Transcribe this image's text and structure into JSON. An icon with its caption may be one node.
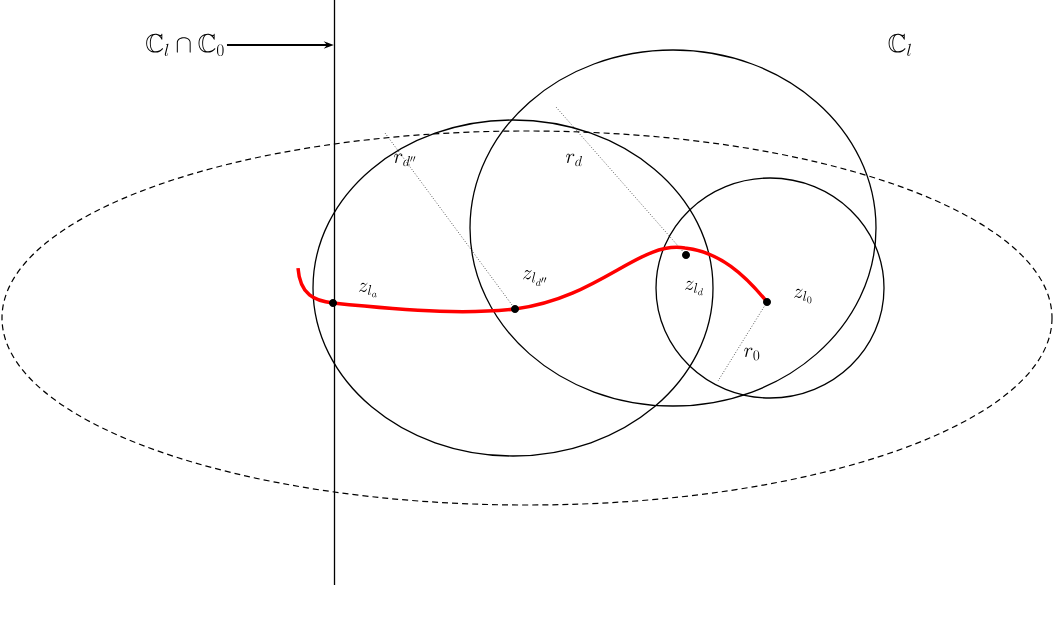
{
  "diagram": {
    "nodes": [
      {
        "text": [
          "\\mathbb{C}_l\\cap\\mathbb{C}_0"
        ]
      },
      {
        "text": [],
        "shape": "line"
      }
    ],
    "edges": [
      {
        "from": 0,
        "to": 1,
        "arrow": "to"
      }
    ],
    "labels": [
      "\\mathbb{C}_l",
      "r_{d''}",
      "r_d",
      "z_{l_a}",
      "z_{l_{d''}}",
      "z_{l_d}",
      "z_{l_0}",
      "r_0"
    ]
  }
}
